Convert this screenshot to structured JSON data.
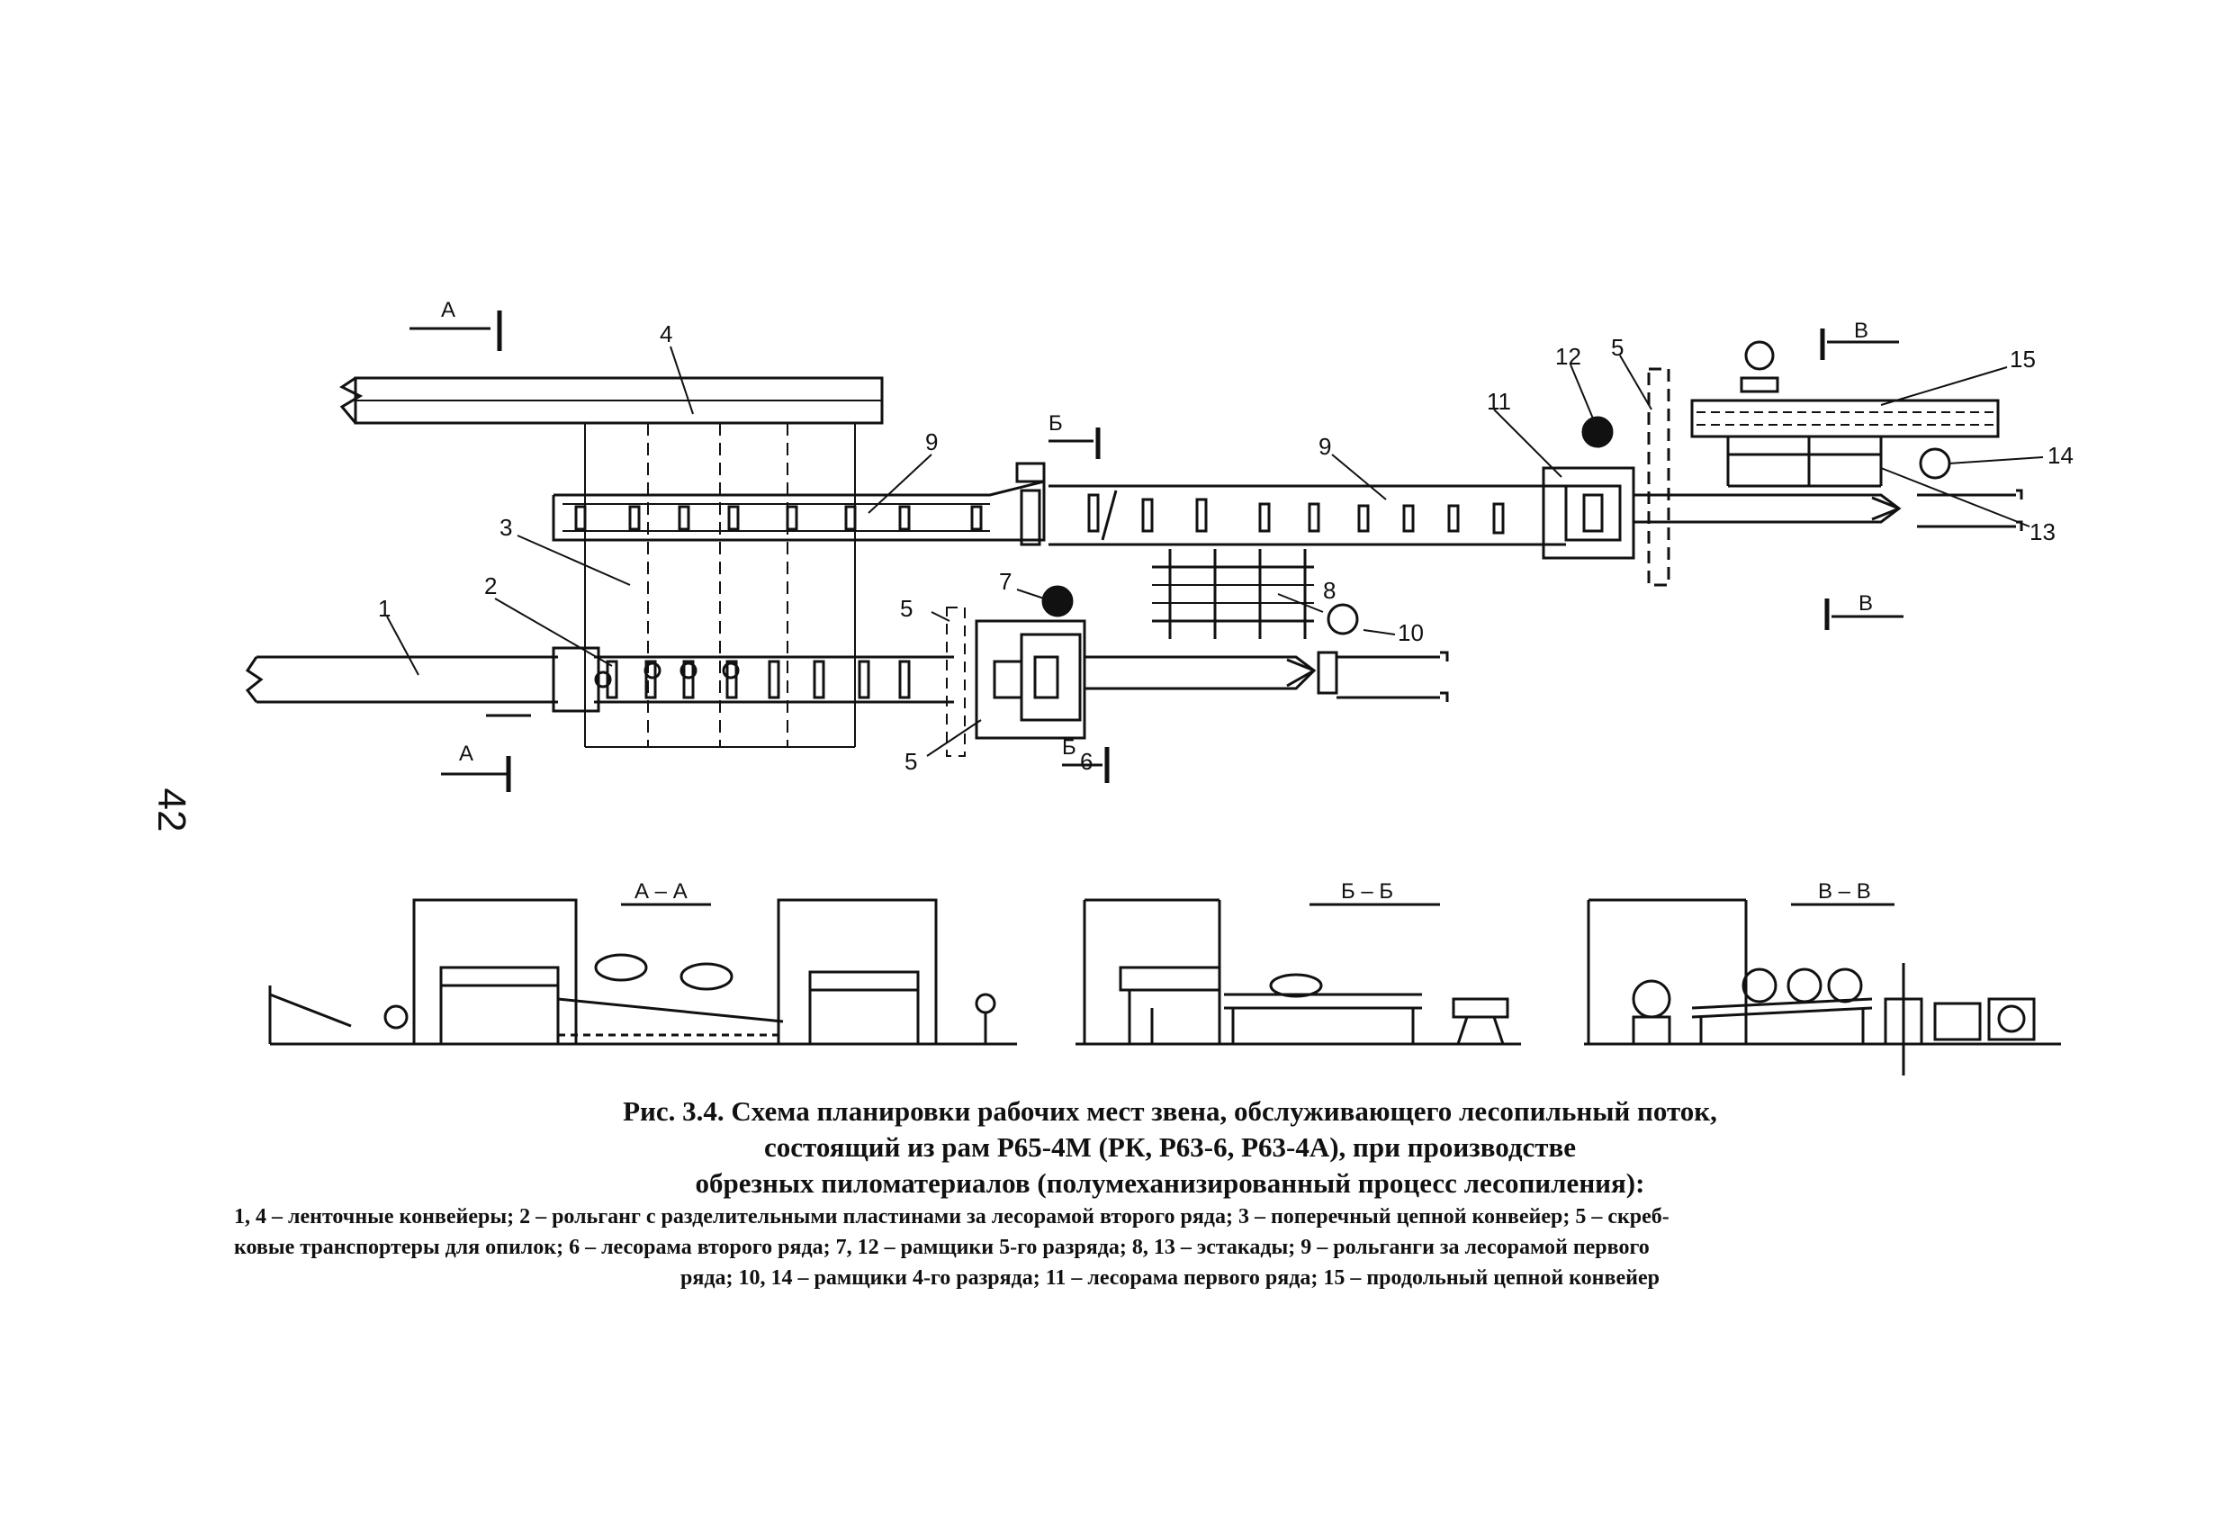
{
  "page_number": "42",
  "plan": {
    "callouts": [
      "1",
      "2",
      "3",
      "4",
      "5",
      "5",
      "5",
      "6",
      "7",
      "8",
      "9",
      "9",
      "10",
      "11",
      "12",
      "13",
      "14",
      "15"
    ],
    "section_marks": [
      "А",
      "А",
      "Б",
      "Б",
      "В",
      "В"
    ]
  },
  "sections": [
    {
      "label": "А – А"
    },
    {
      "label": "Б – Б"
    },
    {
      "label": "В – В"
    }
  ],
  "caption": {
    "title_lines": [
      "Рис. 3.4. Схема планировки рабочих мест звена, обслуживающего лесопильный поток,",
      "состоящий из рам Р65-4М (РК, Р63-6, Р63-4А), при производстве",
      "обрезных пиломатериалов (полумеханизированный процесс лесопиления):"
    ],
    "legend_lines": [
      "1, 4 – ленточные конвейеры; 2 – рольганг с разделительными пластинами за лесорамой второго ряда; 3 – поперечный цепной конвейер; 5 – скреб-",
      "ковые транспортеры для опилок; 6 – лесорама второго ряда; 7, 12 – рамщики 5-го разряда; 8, 13 – эстакады; 9 – рольганги за лесорамой первого",
      "ряда; 10, 14 – рамщики 4-го разряда; 11 – лесорама первого ряда; 15 – продольный цепной конвейер"
    ]
  }
}
